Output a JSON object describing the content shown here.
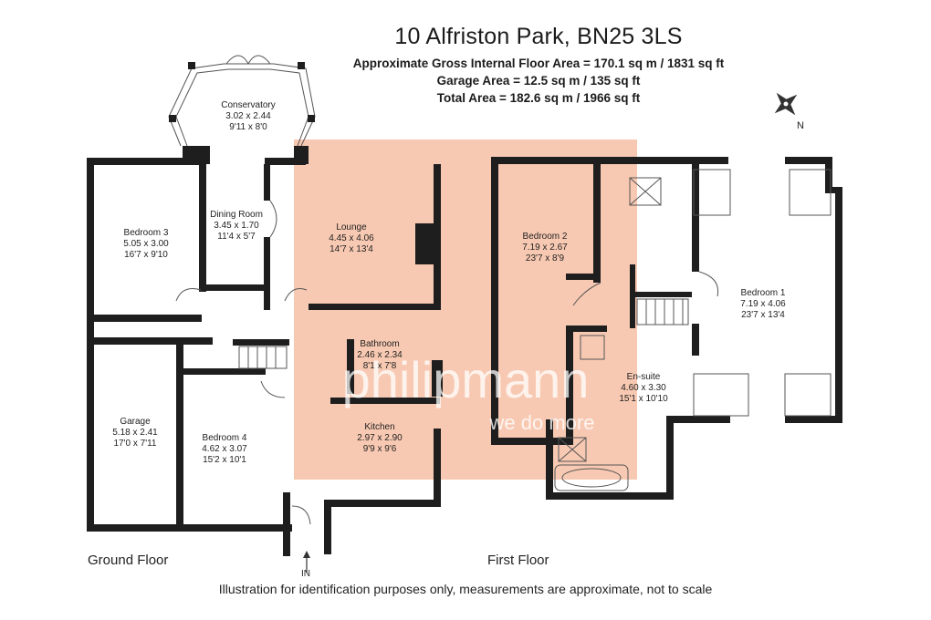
{
  "header": {
    "title": "10 Alfriston Park, BN25 3LS",
    "floor_area": "Approximate Gross Internal Floor Area = 170.1 sq m / 1831 sq ft",
    "garage_area": "Garage Area = 12.5 sq m / 135 sq ft",
    "total_area": "Total Area = 182.6 sq m / 1966 sq ft"
  },
  "compass": {
    "label": "N"
  },
  "rooms": {
    "conservatory": {
      "name": "Conservatory",
      "metric": "3.02 x 2.44",
      "imperial": "9'11 x 8'0"
    },
    "dining": {
      "name": "Dining Room",
      "metric": "3.45 x 1.70",
      "imperial": "11'4 x 5'7"
    },
    "bedroom3": {
      "name": "Bedroom 3",
      "metric": "5.05 x 3.00",
      "imperial": "16'7 x 9'10"
    },
    "lounge": {
      "name": "Lounge",
      "metric": "4.45 x 4.06",
      "imperial": "14'7 x 13'4"
    },
    "bathroom": {
      "name": "Bathroom",
      "metric": "2.46 x 2.34",
      "imperial": "8'1 x 7'8"
    },
    "kitchen": {
      "name": "Kitchen",
      "metric": "2.97 x 2.90",
      "imperial": "9'9 x 9'6"
    },
    "garage": {
      "name": "Garage",
      "metric": "5.18 x 2.41",
      "imperial": "17'0 x 7'11"
    },
    "bedroom4": {
      "name": "Bedroom 4",
      "metric": "4.62 x 3.07",
      "imperial": "15'2 x 10'1"
    },
    "bedroom2": {
      "name": "Bedroom 2",
      "metric": "7.19 x 2.67",
      "imperial": "23'7 x 8'9"
    },
    "ensuite": {
      "name": "En-suite",
      "metric": "4.60 x 3.30",
      "imperial": "15'1 x 10'10"
    },
    "bedroom1": {
      "name": "Bedroom 1",
      "metric": "7.19 x 4.06",
      "imperial": "23'7 x 13'4"
    }
  },
  "entrance": {
    "label": "IN"
  },
  "floors": {
    "ground": "Ground Floor",
    "first": "First Floor"
  },
  "watermark": {
    "brand": "philipmann",
    "tagline": "we do more"
  },
  "footer": {
    "note": "Illustration for identification purposes only, measurements are approximate, not to scale"
  },
  "colors": {
    "watermark_fill": "#f3a57f",
    "wall": "#1e1e1e"
  }
}
